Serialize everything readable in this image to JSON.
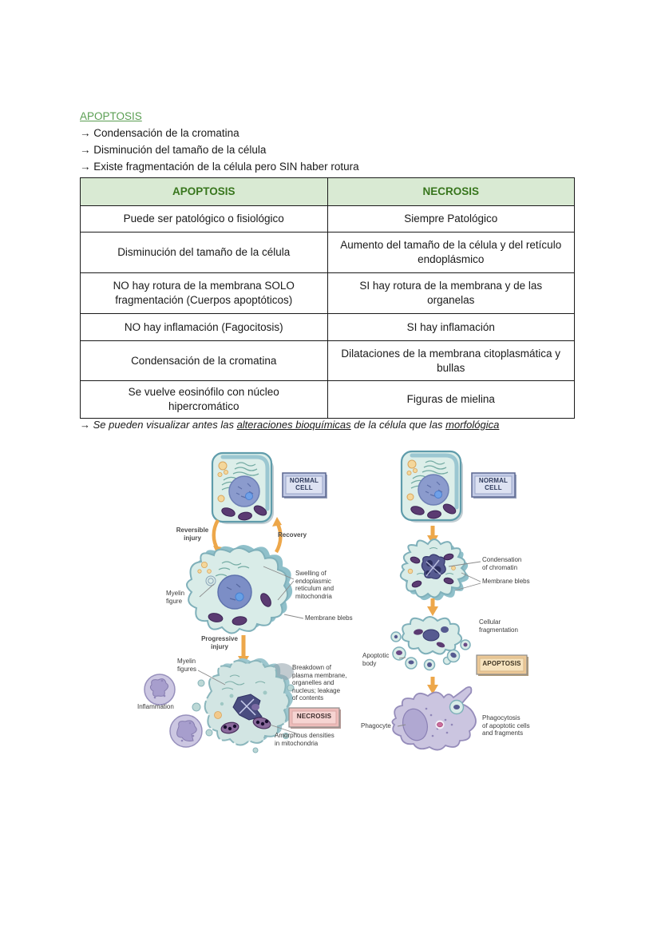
{
  "page": {
    "title": "APOPTOSIS",
    "bullets": [
      "→ Condensación de la cromatina",
      "→ Disminución del tamaño de la célula",
      "→ Existe fragmentación de la célula pero SIN haber rotura"
    ],
    "footnote": {
      "p1": "→ Se pueden visualizar antes las ",
      "u1": "alteraciones bioquímicas",
      "p2": " de la célula que las ",
      "u2": "morfológica"
    }
  },
  "table": {
    "headers": [
      "APOPTOSIS",
      "NECROSIS"
    ],
    "rows": [
      [
        "Puede ser patológico o fisiológico",
        "Siempre Patológico"
      ],
      [
        "Disminución del tamaño de la célula",
        "Aumento del tamaño de la célula y del retículo endoplásmico"
      ],
      [
        "NO hay rotura de la membrana SOLO fragmentación (Cuerpos apoptóticos)",
        "SI hay rotura de la membrana y de las organelas"
      ],
      [
        "NO hay inflamación (Fagocitosis)",
        "SI hay inflamación"
      ],
      [
        "Condensación de la cromatina",
        "Dilataciones de la membrana citoplasmática y bullas"
      ],
      [
        "Se vuelve eosinófilo con núcleo hipercromático",
        "Figuras de mielina"
      ]
    ]
  },
  "diagram": {
    "left_column": {
      "normal_cell_box": "NORMAL\nCELL",
      "reversible_injury": "Reversible\ninjury",
      "recovery": "Recovery",
      "myelin_figure": "Myelin\nfigure",
      "swelling": "Swelling of\nendoplasmic\nreticulum and\nmitochondria",
      "membrane_blebs": "Membrane blebs",
      "progressive_injury": "Progressive\ninjury",
      "myelin_figures": "Myelin\nfigures",
      "inflammation": "Inflammation",
      "breakdown": "Breakdown of\nplasma membrane,\norganelles and\nnucleus; leakage\nof contents",
      "necrosis_box": "NECROSIS",
      "amorphous_densities": "Amorphous densities\nin mitochondria"
    },
    "right_column": {
      "normal_cell_box": "NORMAL\nCELL",
      "condensation": "Condensation\nof chromatin",
      "membrane_blebs": "Membrane blebs",
      "cellular_fragmentation": "Cellular\nfragmentation",
      "apoptotic_body": "Apoptotic\nbody",
      "apoptosis_box": "APOPTOSIS",
      "phagocyte": "Phagocyte",
      "phagocytosis": "Phagocytosis\nof apoptotic cells\nand fragments"
    }
  },
  "colors": {
    "title_green": "#5a9e52",
    "table_header_bg": "#d9ead3",
    "table_header_text": "#38761d",
    "table_border": "#1a1a1a",
    "cell_fill": "#dceee9",
    "cell_stroke": "#5f9cab",
    "cell_shadow_teal": "#8fc0ca",
    "nucleus": "#8b9bcd",
    "mitochondria": "#5b3b72",
    "arrow_orange": "#eda74a",
    "normal_cell_box_fill": "#c3cbe6",
    "necrosis_box_fill": "#f2cdc9",
    "apoptosis_box_fill": "#f0d3a8",
    "phagocyte_fill": "#cbc5e0"
  }
}
